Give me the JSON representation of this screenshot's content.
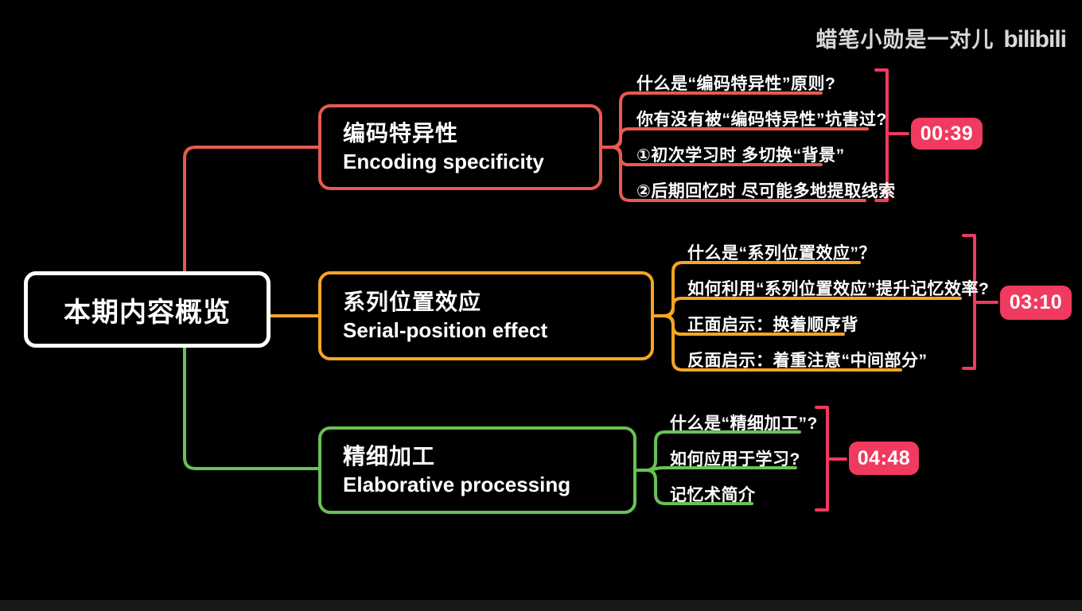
{
  "watermark": {
    "channel": "蜡笔小勋是一对儿",
    "logo": "bilibili"
  },
  "root": {
    "label": "本期内容概览"
  },
  "colors": {
    "background": "#000000",
    "root_border": "#ffffff",
    "branch1": "#e85a4e",
    "branch2": "#f6a623",
    "branch3": "#67c253",
    "time_badge": "#f03a5f",
    "text": "#ffffff"
  },
  "branches": [
    {
      "title_zh": "编码特异性",
      "title_en": "Encoding specificity",
      "time": "00:39",
      "children": [
        "什么是“编码特异性”原则?",
        "你有没有被“编码特异性”坑害过?",
        "①初次学习时 多切换“背景”",
        "②后期回忆时 尽可能多地提取线索"
      ]
    },
    {
      "title_zh": "系列位置效应",
      "title_en": "Serial-position effect",
      "time": "03:10",
      "children": [
        "什么是“系列位置效应”？",
        "如何利用“系列位置效应”提升记忆效率?",
        "正面启示：换着顺序背",
        "反面启示：着重注意“中间部分”"
      ]
    },
    {
      "title_zh": "精细加工",
      "title_en": "Elaborative processing",
      "time": "04:48",
      "children": [
        "什么是“精细加工”?",
        "如何应用于学习?",
        "记忆术简介"
      ]
    }
  ]
}
